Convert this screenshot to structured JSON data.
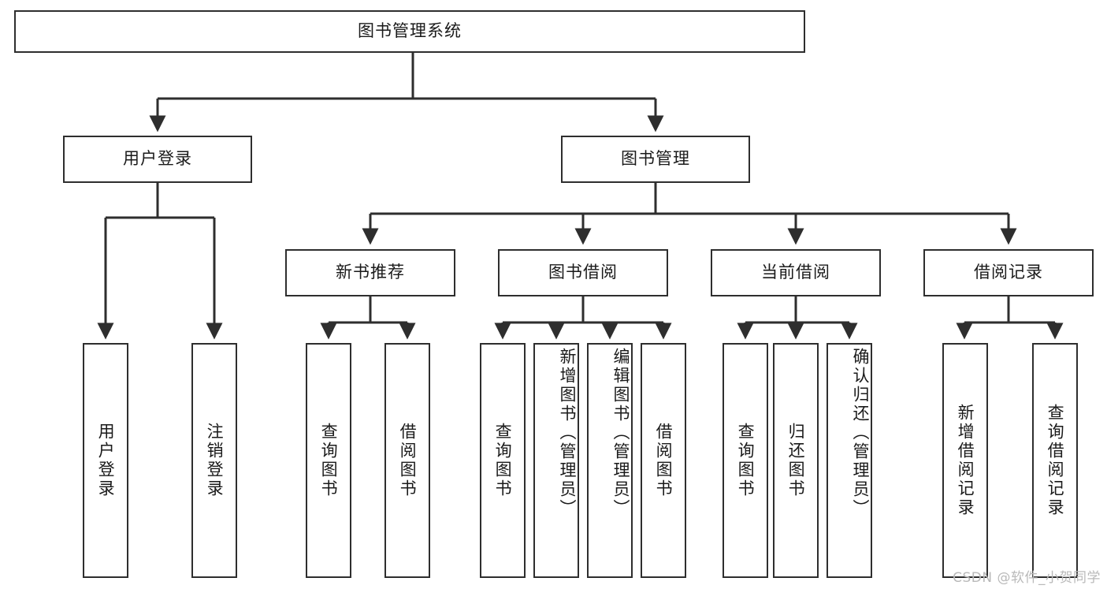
{
  "diagram": {
    "title": "图书管理系统",
    "type": "tree-hierarchy",
    "orientation": "top-down",
    "style": {
      "box_border_color": "#2e2e2e",
      "box_fill_color": "#ffffff",
      "edge_color": "#2e2e2e",
      "text_color": "#1a1a1a",
      "background": "#ffffff"
    }
  },
  "nodes": {
    "root": {
      "label": "图书管理系统",
      "level": 0
    },
    "level1": [
      {
        "id": "user-login",
        "label": "用户登录"
      },
      {
        "id": "book-manage",
        "label": "图书管理"
      }
    ],
    "level2": [
      {
        "id": "new-book-recommend",
        "label": "新书推荐",
        "parent": "book-manage"
      },
      {
        "id": "book-borrow",
        "label": "图书借阅",
        "parent": "book-manage"
      },
      {
        "id": "current-borrow",
        "label": "当前借阅",
        "parent": "book-manage"
      },
      {
        "id": "borrow-record",
        "label": "借阅记录",
        "parent": "book-manage"
      }
    ],
    "leaves": [
      {
        "id": "leaf-user-login",
        "label": "用户登录",
        "parent": "user-login"
      },
      {
        "id": "leaf-logout-login",
        "label": "注销登录",
        "parent": "user-login"
      },
      {
        "id": "leaf-query-book-1",
        "label": "查询图书",
        "parent": "new-book-recommend"
      },
      {
        "id": "leaf-borrow-book-1",
        "label": "借阅图书",
        "parent": "new-book-recommend"
      },
      {
        "id": "leaf-query-book-2",
        "label": "查询图书",
        "parent": "book-borrow"
      },
      {
        "id": "leaf-add-book",
        "label": "新增图书（管理员）",
        "parent": "book-borrow"
      },
      {
        "id": "leaf-edit-book",
        "label": "编辑图书（管理员）",
        "parent": "book-borrow"
      },
      {
        "id": "leaf-borrow-book-2",
        "label": "借阅图书",
        "parent": "book-borrow"
      },
      {
        "id": "leaf-query-book-3",
        "label": "查询图书",
        "parent": "current-borrow"
      },
      {
        "id": "leaf-return-book",
        "label": "归还图书",
        "parent": "current-borrow"
      },
      {
        "id": "leaf-confirm-return",
        "label": "确认归还（管理员）",
        "parent": "current-borrow"
      },
      {
        "id": "leaf-add-record",
        "label": "新增借阅记录",
        "parent": "borrow-record"
      },
      {
        "id": "leaf-query-record",
        "label": "查询借阅记录",
        "parent": "borrow-record"
      }
    ]
  },
  "watermark": {
    "text": "CSDN @软件_小贺同学"
  }
}
